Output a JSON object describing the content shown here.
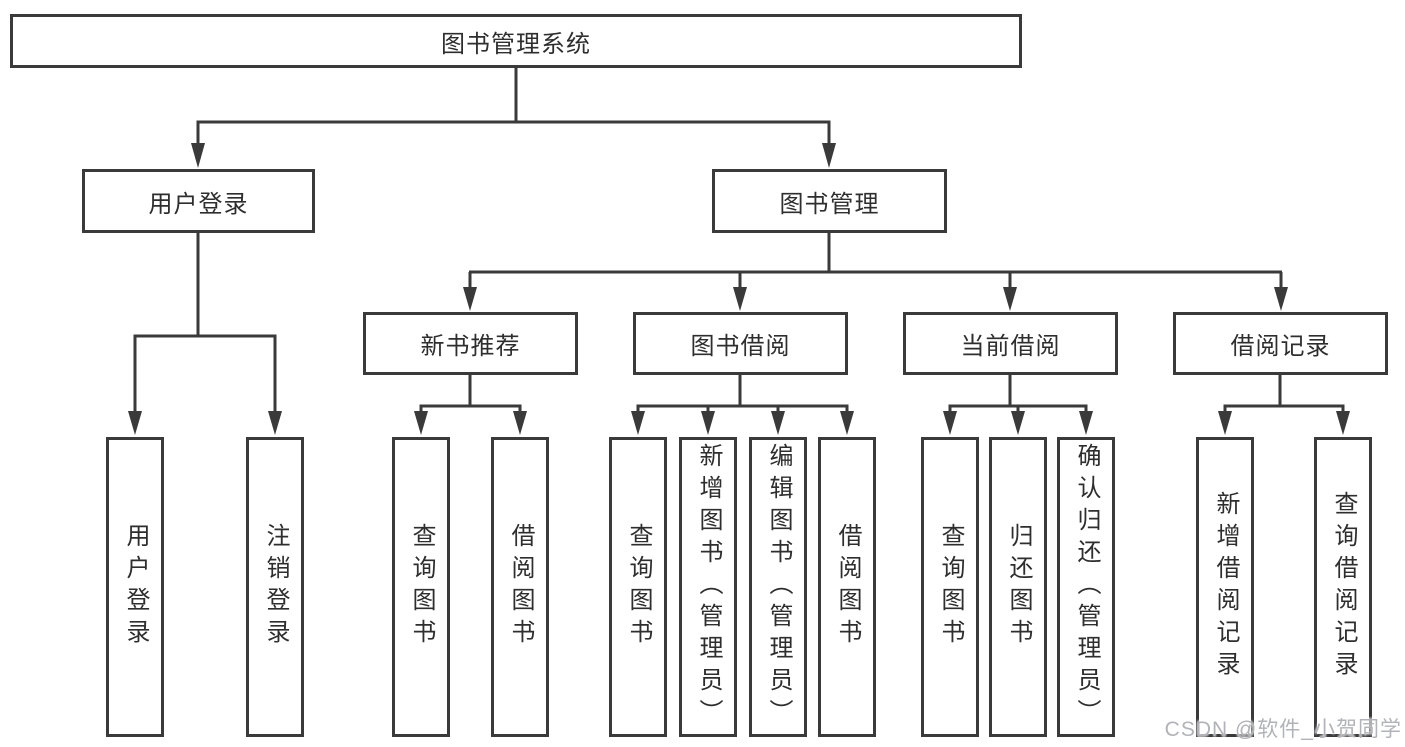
{
  "diagram": {
    "root": "图书管理系统",
    "user_login_branch": {
      "label": "用户登录",
      "children": {
        "login": "用户登录",
        "logout": "注销登录"
      }
    },
    "book_management_branch": {
      "label": "图书管理",
      "sections": {
        "new_book_recommend": {
          "label": "新书推荐",
          "children": {
            "query_book": "查询图书",
            "borrow_book": "借阅图书"
          }
        },
        "book_borrow": {
          "label": "图书借阅",
          "children": {
            "query_book": "查询图书",
            "add_book_admin": "新增图书（管理员）",
            "edit_book_admin": "编辑图书（管理员）",
            "borrow_book": "借阅图书"
          }
        },
        "current_borrow": {
          "label": "当前借阅",
          "children": {
            "query_book": "查询图书",
            "return_book": "归还图书",
            "confirm_return_admin": "确认归还（管理员）"
          }
        },
        "borrow_records": {
          "label": "借阅记录",
          "children": {
            "add_record": "新增借阅记录",
            "query_record": "查询借阅记录"
          }
        }
      }
    }
  },
  "colors": {
    "line": "#3a3a3a",
    "text": "#2e2e2e",
    "watermark": "#b2b3b8",
    "background": "#ffffff"
  },
  "watermark": "CSDN @软件_小贺同学"
}
